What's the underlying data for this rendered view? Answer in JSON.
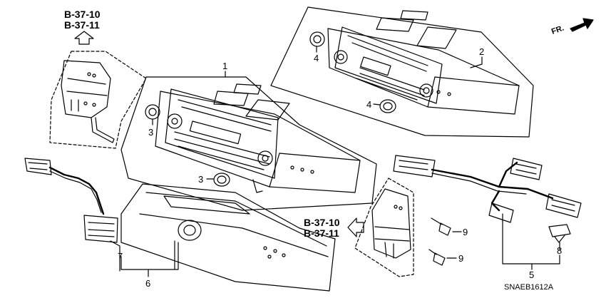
{
  "references": {
    "top_left_line1": "B-37-10",
    "top_left_line2": "B-37-11",
    "mid_right_line1": "B-37-10",
    "mid_right_line2": "B-37-11"
  },
  "orientation_label": "FR.",
  "part_numbers": {
    "p1": "1",
    "p2": "2",
    "p3a": "3",
    "p3b": "3",
    "p4a": "4",
    "p4b": "4",
    "p5": "5",
    "p6": "6",
    "p7": "7",
    "p8": "8",
    "p9a": "9",
    "p9b": "9"
  },
  "diagram_code": "SNAEB1612A"
}
